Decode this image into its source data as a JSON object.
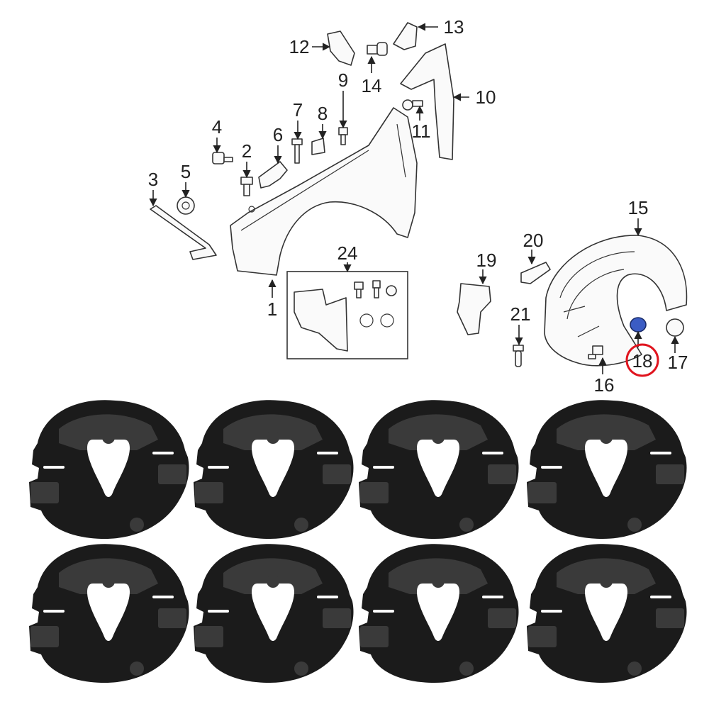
{
  "diagram": {
    "callouts": [
      "1",
      "2",
      "3",
      "4",
      "5",
      "6",
      "7",
      "8",
      "9",
      "10",
      "11",
      "12",
      "13",
      "14",
      "15",
      "16",
      "17",
      "18",
      "19",
      "20",
      "21",
      "24"
    ],
    "highlighted_callout": "18",
    "highlight_color": "#e0141e",
    "highlighted_part_color": "#3b5cc4"
  },
  "product_photo": {
    "quantity_shown": 8,
    "item_color": "#1b1b1b"
  }
}
